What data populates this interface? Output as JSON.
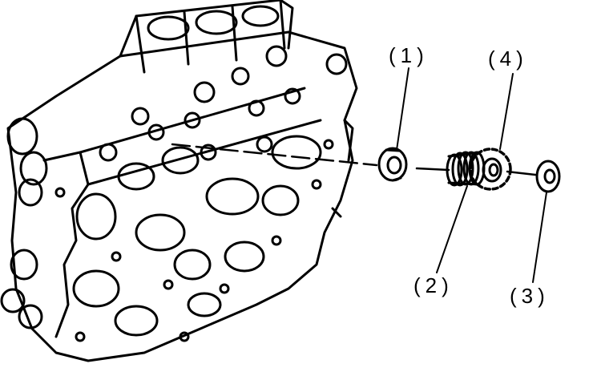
{
  "diagram": {
    "parts": [
      {
        "label": "(1)",
        "icon": "valve-stem-seal-icon"
      },
      {
        "label": "(2)",
        "icon": "valve-spring-icon"
      },
      {
        "label": "(3)",
        "icon": "spring-retainer-icon"
      },
      {
        "label": "(4)",
        "icon": "highlighted-seat-icon"
      }
    ],
    "colors": {
      "line": "#000000",
      "background": "#ffffff"
    }
  }
}
